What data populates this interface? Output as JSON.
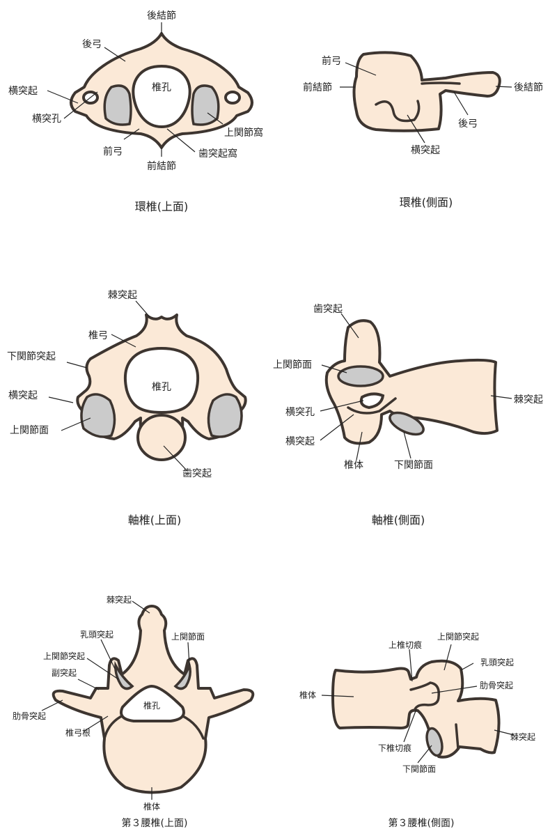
{
  "atlas_top": {
    "caption": "環椎(上面)",
    "labels": [
      "後結節",
      "後弓",
      "横突起",
      "椎孔",
      "横突孔",
      "上関節窩",
      "前弓",
      "歯突起窩",
      "前結節"
    ]
  },
  "atlas_side": {
    "caption": "環椎(側面)",
    "labels": [
      "前弓",
      "前結節",
      "後結節",
      "後弓",
      "横突起"
    ]
  },
  "axis_top": {
    "caption": "軸椎(上面)",
    "labels": [
      "棘突起",
      "椎弓",
      "下関節突起",
      "椎孔",
      "横突起",
      "上関節面",
      "歯突起"
    ]
  },
  "axis_side": {
    "caption": "軸椎(側面)",
    "labels": [
      "歯突起",
      "上関節面",
      "棘突起",
      "横突孔",
      "横突起",
      "椎体",
      "下関節面"
    ]
  },
  "lumbar_top": {
    "caption": "第３腰椎(上面)",
    "labels": [
      "棘突起",
      "乳頭突起",
      "上関節面",
      "上関節突起",
      "副突起",
      "肋骨突起",
      "椎孔",
      "椎弓根",
      "椎体"
    ]
  },
  "lumbar_side": {
    "caption": "第３腰椎(側面)",
    "labels": [
      "上椎切痕",
      "上関節突起",
      "乳頭突起",
      "肋骨突起",
      "椎体",
      "棘突起",
      "下椎切痕",
      "下関節面"
    ]
  },
  "colors": {
    "bone": "#fbe9d7",
    "outline": "#3d3530",
    "facet": "#cbcbcb"
  }
}
